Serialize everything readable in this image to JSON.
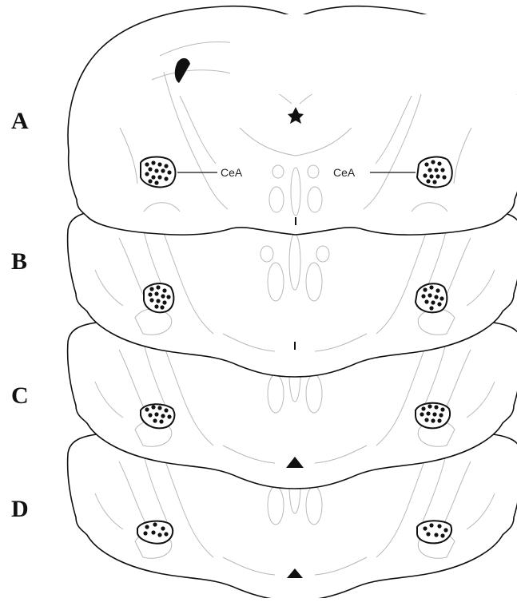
{
  "panels": [
    {
      "label": "A"
    },
    {
      "label": "B"
    },
    {
      "label": "C"
    },
    {
      "label": "D"
    }
  ],
  "region_label": "CeA"
}
